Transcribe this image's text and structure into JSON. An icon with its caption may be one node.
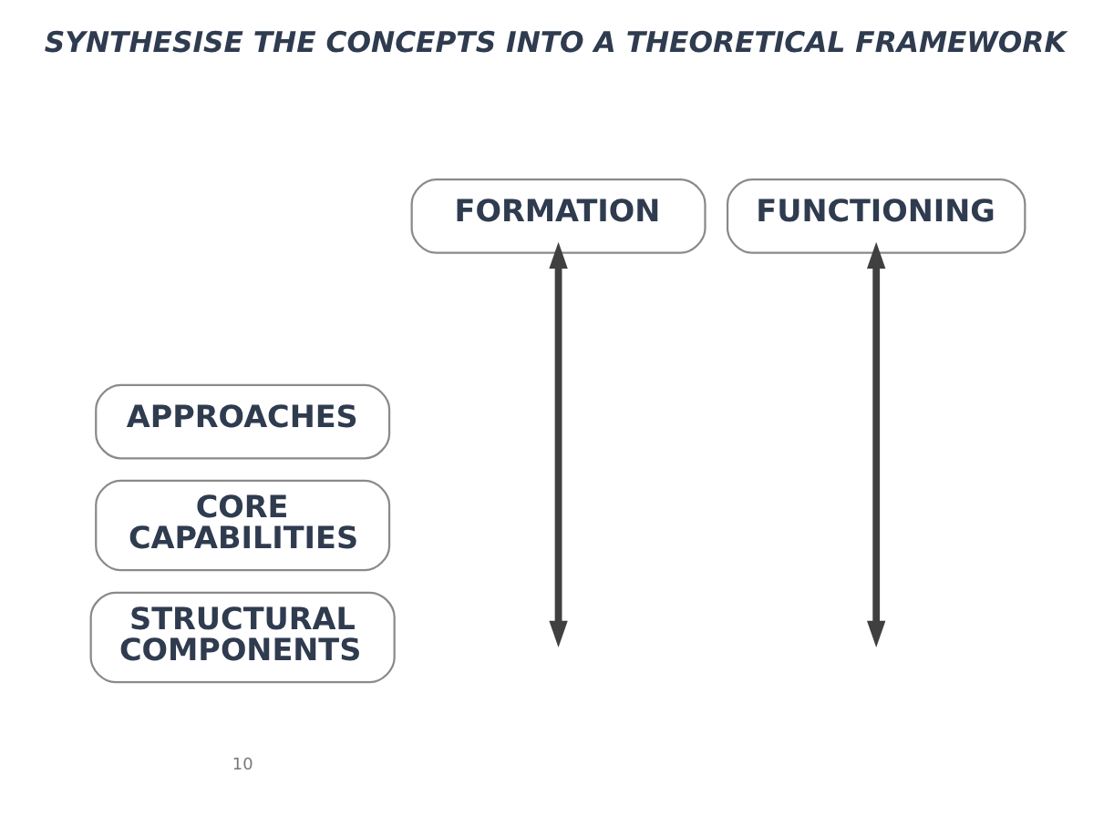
{
  "diagram": {
    "title": "SYNTHESISE THE CONCEPTS INTO A THEORETICAL FRAMEWORK",
    "nodes": [
      {
        "text": [
          "FORMATION"
        ]
      },
      {
        "text": [
          "FUNCTIONING"
        ]
      },
      {
        "text": [
          "APPROACHES"
        ]
      },
      {
        "text": [
          "CORE CAPABILITIES"
        ]
      },
      {
        "text": [
          "STRUCTURAL COMPONENTS"
        ]
      }
    ],
    "edges": [
      {
        "from": 0,
        "to": null,
        "arrow": "both"
      },
      {
        "from": 1,
        "to": null,
        "arrow": "both"
      }
    ],
    "labels": [
      "10"
    ]
  }
}
